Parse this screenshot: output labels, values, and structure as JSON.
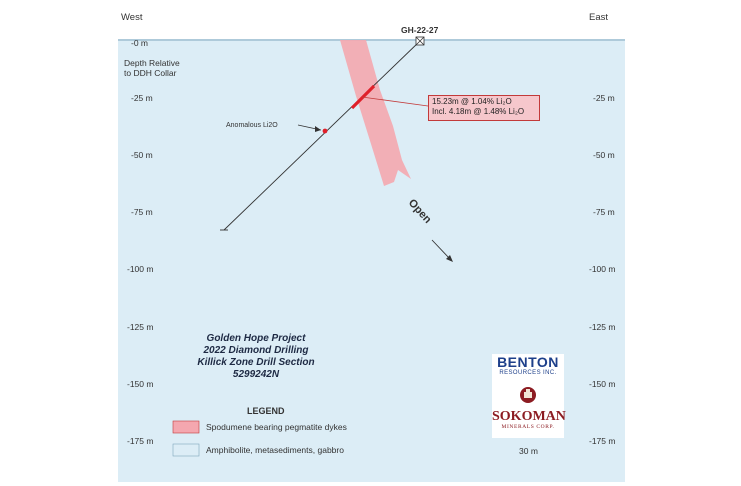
{
  "directions": {
    "west": "West",
    "east": "East"
  },
  "depth_label_line1": "Depth Relative",
  "depth_label_line2": "to DDH Collar",
  "left_ticks": [
    "-0 m",
    "-25 m",
    "-50 m",
    "-75 m",
    "-100 m",
    "-125 m",
    "-150 m",
    "-175 m"
  ],
  "right_ticks": [
    "-25 m",
    "-50 m",
    "-75 m",
    "-100 m",
    "-125 m",
    "-150 m",
    "-175 m"
  ],
  "drillhole_label": "GH-22-27",
  "anomalous_label": "Anomalous Li2O",
  "callout": {
    "line1": "15.23m @ 1.04% Li₂O",
    "line2": "Incl. 4.18m @ 1.48% Li₂O"
  },
  "open_label": "Open",
  "title": {
    "line1": "Golden Hope Project",
    "line2": "2022 Diamond Drilling",
    "line3": "Killick Zone Drill Section 5299242N"
  },
  "legend": {
    "title": "LEGEND",
    "items": [
      {
        "label": "Spodumene bearing pegmatite dykes",
        "color": "#f4a7af"
      },
      {
        "label": "Amphibolite, metasediments, gabbro",
        "color": "#dcedf6"
      }
    ]
  },
  "logos": {
    "benton_line1": "BENTON",
    "benton_line2": "RESOURCES INC.",
    "sokoman_line1": "SOKOMAN",
    "sokoman_line2": "MINERALS CORP."
  },
  "scale_label": "30 m",
  "colors": {
    "rock_fill": "#dcedf6",
    "dyke_fill": "#f4a7af",
    "intercept": "#e0202a"
  }
}
